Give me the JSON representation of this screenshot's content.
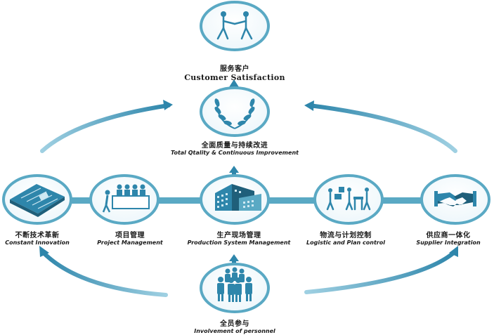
{
  "nodes": {
    "customer": {
      "cn": "服务客户",
      "en": "Customer Satisfaction",
      "icon": "handshake-figures-icon"
    },
    "quality": {
      "cn": "全面质量与持续改进",
      "en": "Total Qtality & Continuous Improvement",
      "icon": "laurel-wreath-icon"
    },
    "innovation": {
      "cn": "不断技术革新",
      "en": "Constant Innovation",
      "icon": "circuit-board-icon"
    },
    "project": {
      "cn": "项目管理",
      "en": "Project Management",
      "icon": "meeting-icon"
    },
    "production": {
      "cn": "生产现场管理",
      "en": "Production System Management",
      "icon": "factory-icon"
    },
    "logistic": {
      "cn": "物流与计划控制",
      "en": "Logistic and Plan control",
      "icon": "warehouse-workers-icon"
    },
    "supplier": {
      "cn": "供应商一体化",
      "en": "Supplier Integration",
      "icon": "handshake-icon"
    },
    "personnel": {
      "cn": "全员参与",
      "en": "Involvement of personnel",
      "icon": "people-group-icon"
    }
  },
  "colors": {
    "ring": "#5aa9c4",
    "ring_fill": "#ffffff",
    "icon": "#2e86ab",
    "icon_dark": "#1f5f7a",
    "arrow": "#3c93b3"
  }
}
